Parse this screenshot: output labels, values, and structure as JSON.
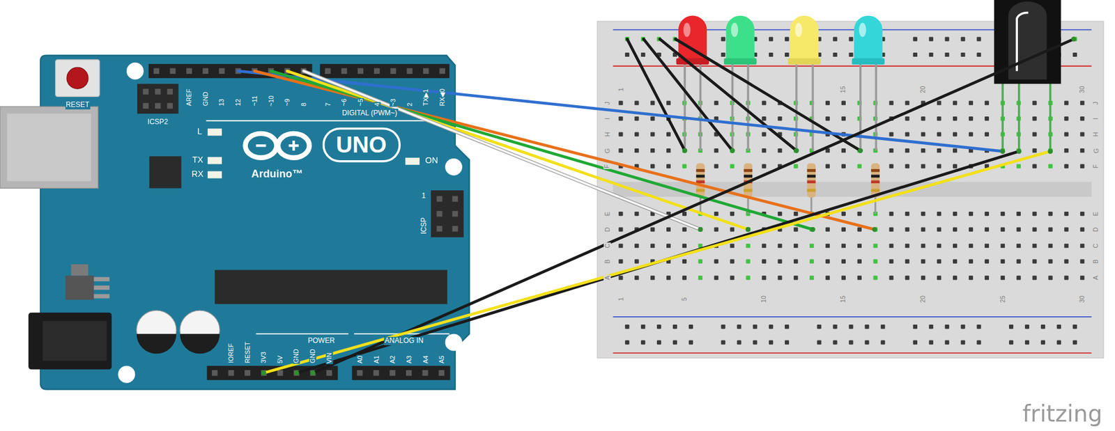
{
  "diagram": {
    "labels": [
      "RESET",
      "ICSP2",
      "AREF",
      "GND",
      "13",
      "12",
      "~11",
      "~10",
      "~9",
      "8",
      "7",
      "~6",
      "~5",
      "4",
      "~3",
      "2",
      "TX▶1",
      "RX◀0",
      "DIGITAL (PWM~)",
      "L",
      "TX",
      "RX",
      "Arduino™",
      "UNO",
      "ON",
      "ICSP",
      "1",
      "IOREF",
      "RESET",
      "3V3",
      "5V",
      "GND",
      "GND",
      "VIN",
      "POWER",
      "ANALOG IN",
      "A0",
      "A1",
      "A2",
      "A3",
      "A4",
      "A5",
      "1",
      "15",
      "20",
      "30",
      "1",
      "5",
      "10",
      "15",
      "20",
      "25",
      "30",
      "J",
      "I",
      "H",
      "G",
      "F",
      "E",
      "D",
      "C",
      "B",
      "A",
      "J",
      "I",
      "H",
      "G",
      "F",
      "E",
      "D",
      "C",
      "B",
      "A",
      "fritzing"
    ]
  }
}
